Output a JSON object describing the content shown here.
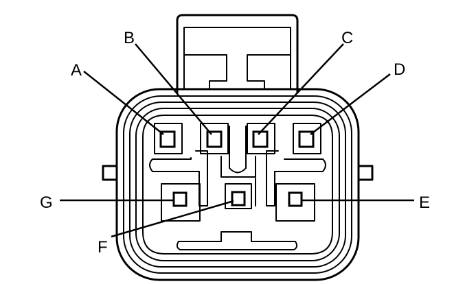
{
  "pins": [
    {
      "id": "A",
      "label": "A"
    },
    {
      "id": "B",
      "label": "B"
    },
    {
      "id": "C",
      "label": "C"
    },
    {
      "id": "D",
      "label": "D"
    },
    {
      "id": "E",
      "label": "E"
    },
    {
      "id": "F",
      "label": "F"
    },
    {
      "id": "G",
      "label": "G"
    }
  ]
}
